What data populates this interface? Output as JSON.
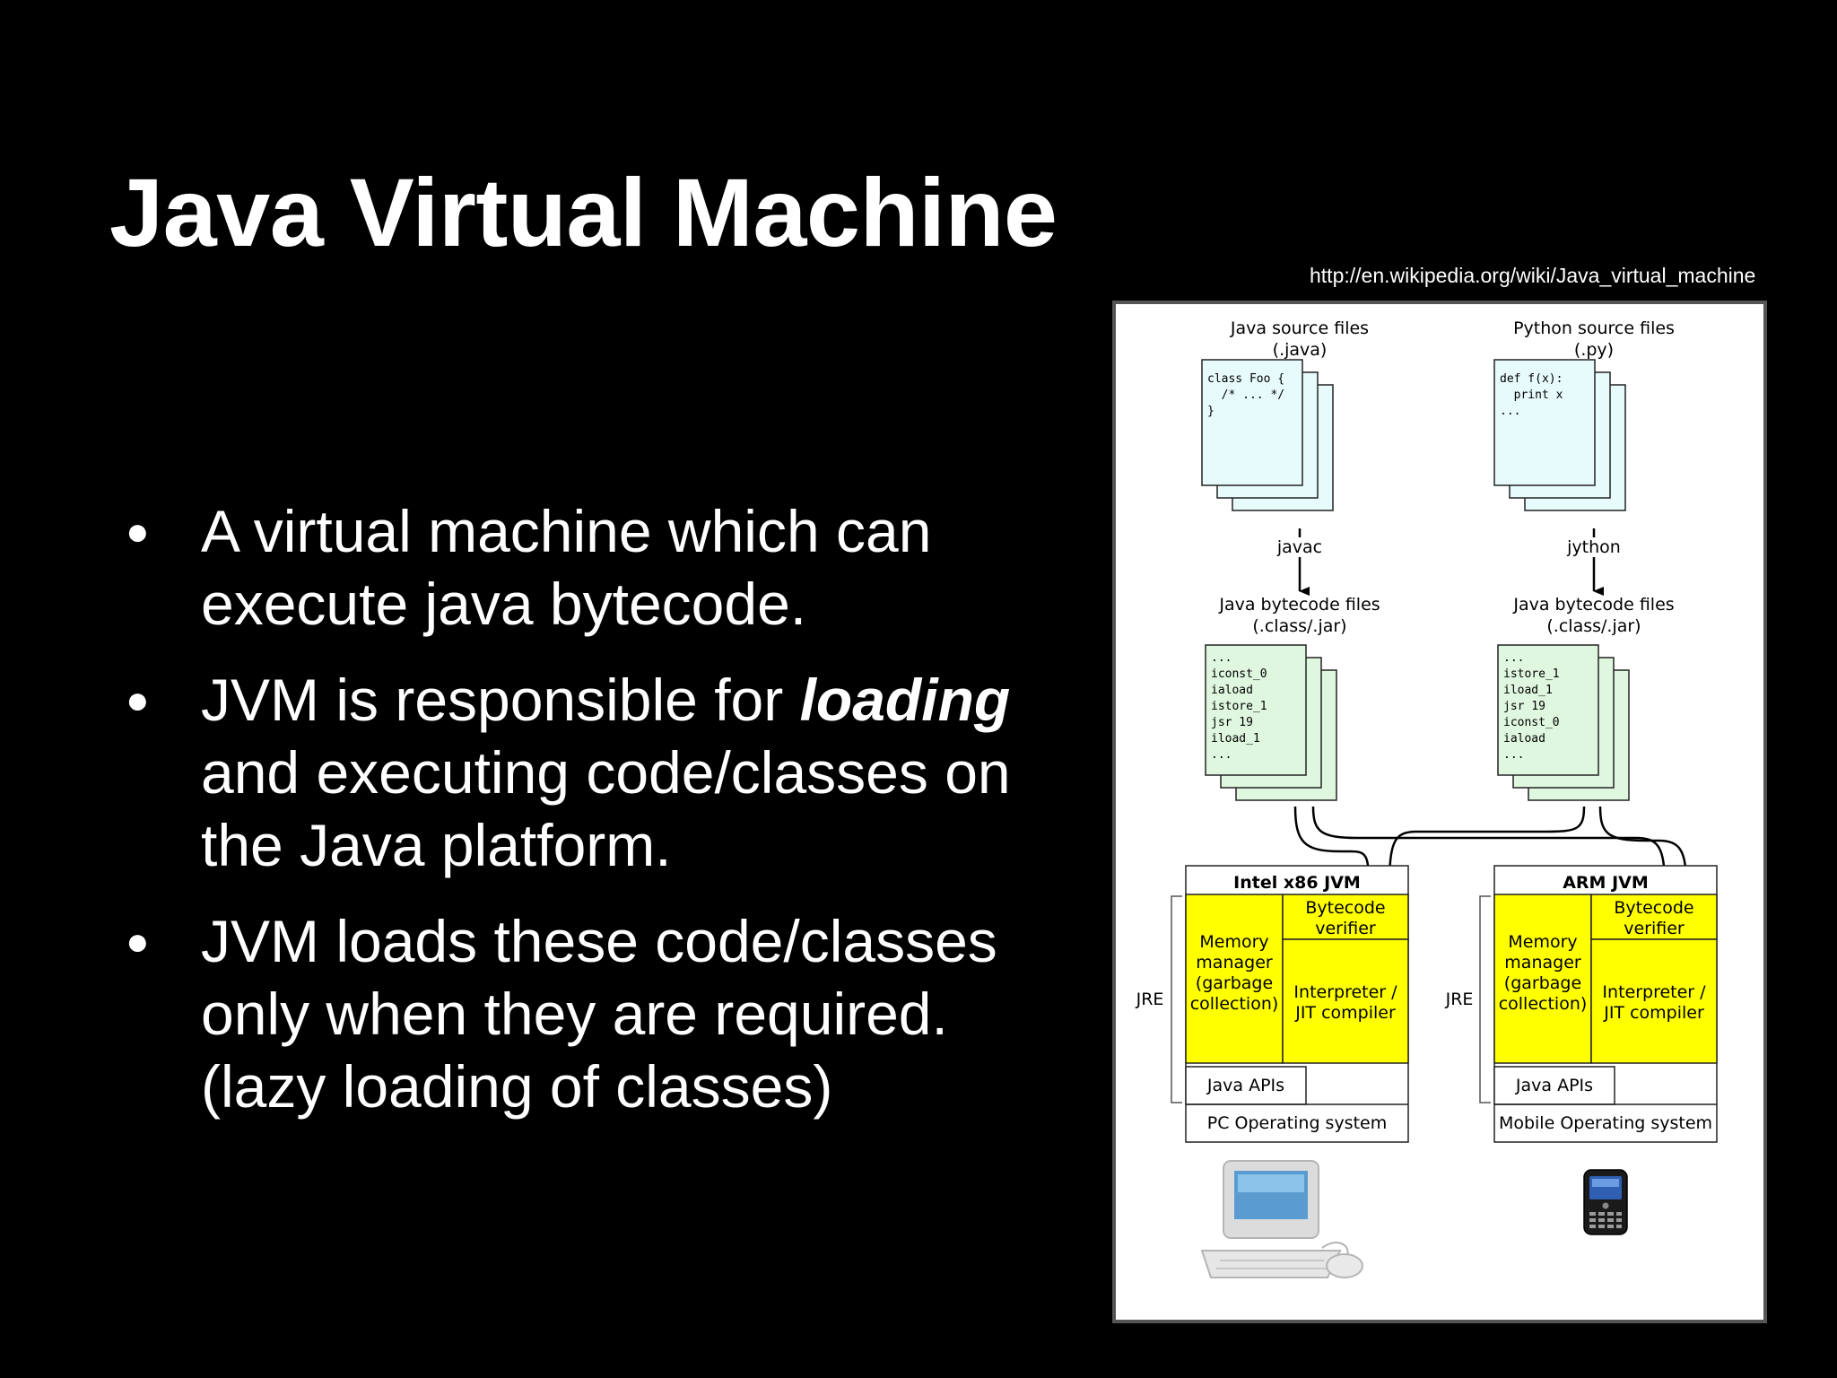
{
  "slide": {
    "title": "Java Virtual Machine",
    "source_url": "http://en.wikipedia.org/wiki/Java_virtual_machine",
    "bullets": [
      {
        "text": "A virtual machine which can execute java bytecode."
      },
      {
        "before": "JVM is responsible for ",
        "emphasis": "loading",
        "after": " and executing code/classes on the Java platform."
      },
      {
        "text": "JVM loads these code/classes only when they are required. (lazy loading of classes)"
      }
    ]
  },
  "diagram": {
    "java_source": {
      "title": "Java source files",
      "ext": "(.java)",
      "code": [
        "class Foo {",
        "  /* ... */",
        "}"
      ]
    },
    "python_source": {
      "title": "Python source files",
      "ext": "(.py)",
      "code": [
        "def f(x):",
        "  print x",
        "..."
      ]
    },
    "compilers": {
      "java": "javac",
      "python": "jython"
    },
    "java_bytecode": {
      "title": "Java bytecode files",
      "ext": "(.class/.jar)",
      "code": [
        "...",
        "iconst_0",
        "iaload",
        "istore_1",
        "jsr 19",
        "iload_1",
        "..."
      ]
    },
    "python_bytecode": {
      "title": "Java bytecode files",
      "ext": "(.class/.jar)",
      "code": [
        "...",
        "istore_1",
        "iload_1",
        "jsr 19",
        "iconst_0",
        "iaload",
        "..."
      ]
    },
    "intel_jvm": {
      "title": "Intel x86 JVM",
      "memory": [
        "Memory",
        "manager",
        "(garbage",
        "collection)"
      ],
      "verifier": [
        "Bytecode",
        "verifier"
      ],
      "interpreter": [
        "Interpreter /",
        "JIT compiler"
      ],
      "apis": "Java APIs",
      "os": "PC Operating system",
      "jre": "JRE"
    },
    "arm_jvm": {
      "title": "ARM JVM",
      "memory": [
        "Memory",
        "manager",
        "(garbage",
        "collection)"
      ],
      "verifier": [
        "Bytecode",
        "verifier"
      ],
      "interpreter": [
        "Interpreter /",
        "JIT compiler"
      ],
      "apis": "Java APIs",
      "os": "Mobile Operating system",
      "jre": "JRE"
    },
    "colors": {
      "source_file": "#e8fbfc",
      "bytecode_file": "#dff7df",
      "jvm_component": "#ffff00",
      "border": "#222222"
    },
    "icons": [
      "desktop-computer-icon",
      "mobile-phone-icon"
    ]
  }
}
